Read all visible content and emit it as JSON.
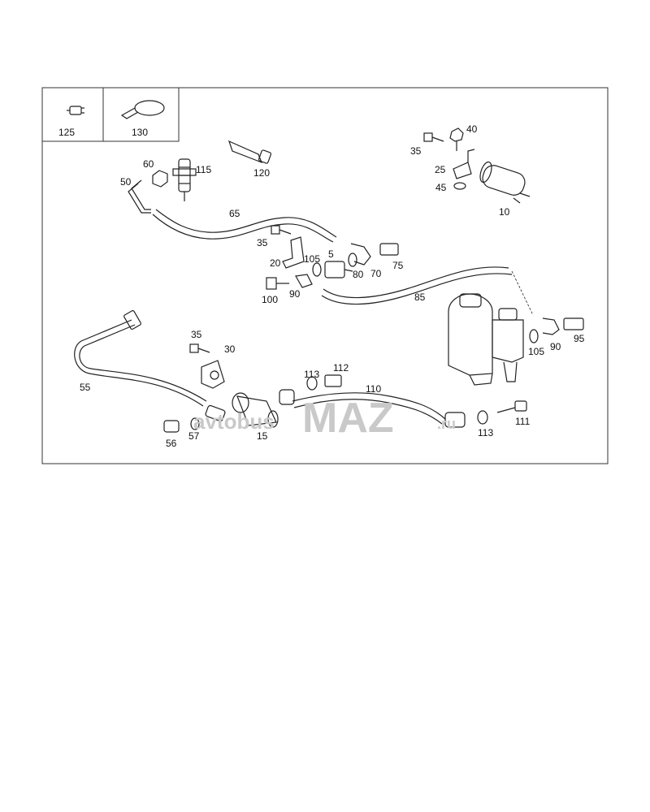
{
  "inset_labels": {
    "a": "125",
    "b": "130"
  },
  "labels": {
    "p10": "10",
    "p15": "15",
    "p20": "20",
    "p25": "25",
    "p30": "30",
    "p35a": "35",
    "p35b": "35",
    "p35c": "35",
    "p40": "40",
    "p45": "45",
    "p50": "50",
    "p55": "55",
    "p56": "56",
    "p57": "57",
    "p60": "60",
    "p65": "65",
    "p5": "5",
    "p70": "70",
    "p75": "75",
    "p80": "80",
    "p85": "85",
    "p90a": "90",
    "p90b": "90",
    "p95": "95",
    "p100": "100",
    "p105a": "105",
    "p105b": "105",
    "p110": "110",
    "p111": "111",
    "p112": "112",
    "p113a": "113",
    "p113b": "113",
    "p115": "115",
    "p120": "120"
  },
  "watermark": {
    "part1": "avtobus",
    "part2": "MAZ",
    "part3": ".ru"
  }
}
